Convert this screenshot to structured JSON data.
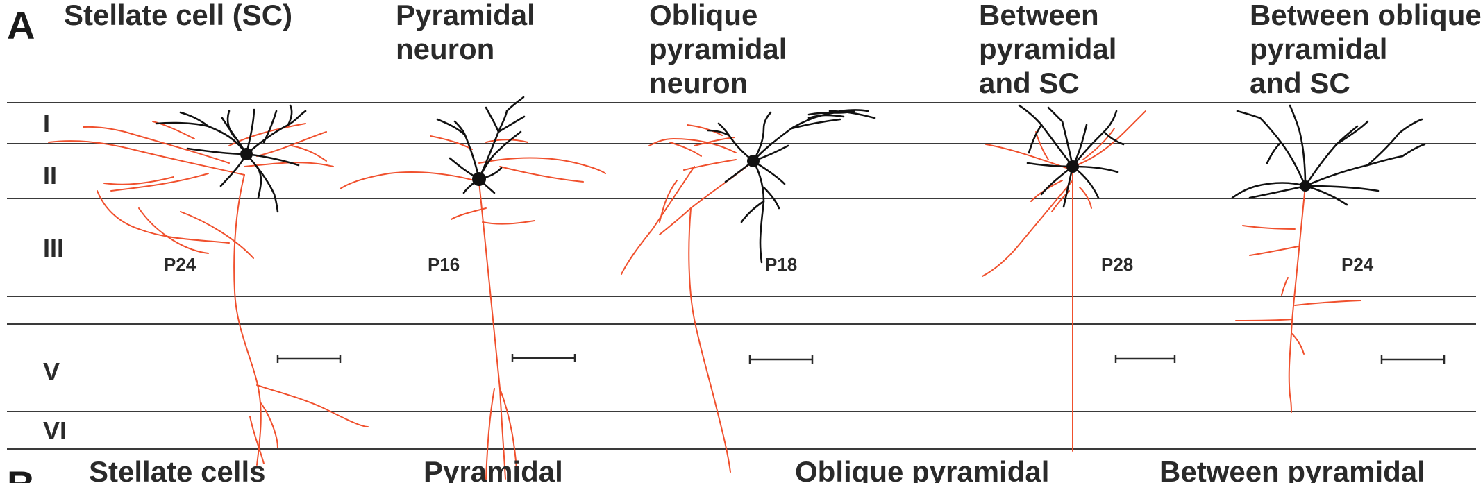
{
  "panel_a": {
    "letter": "A",
    "titles": [
      [
        "Stellate cell (SC)"
      ],
      [
        "Pyramidal",
        "neuron"
      ],
      [
        "Oblique",
        "pyramidal",
        "neuron"
      ],
      [
        "Between",
        "pyramidal",
        "and SC"
      ],
      [
        "Between oblique",
        "pyramidal",
        "and SC"
      ]
    ],
    "layers": [
      "I",
      "II",
      "III",
      "V",
      "VI"
    ],
    "ages": [
      "P24",
      "P16",
      "P18",
      "P28",
      "P24"
    ]
  },
  "panel_b": {
    "letter": "B",
    "titles": [
      "Stellate cells",
      "Pyramidal",
      "Oblique pyramidal",
      "Between pyramidal"
    ]
  },
  "colors": {
    "axon": "#f0502d",
    "dendrite": "#111111",
    "layer_line": "#3a3a3a"
  }
}
